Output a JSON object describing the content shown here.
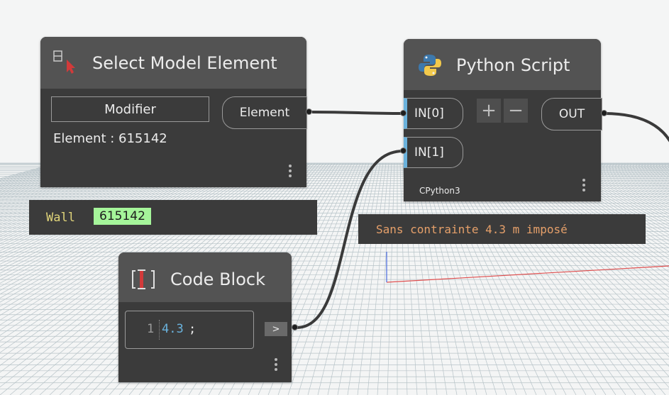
{
  "select_node": {
    "title": "Select Model Element",
    "modify_button": "Modifier",
    "output_port": "Element",
    "info": "Element : 615142",
    "preview_type": "Wall",
    "preview_id": "615142"
  },
  "python_node": {
    "title": "Python Script",
    "inputs": [
      "IN[0]",
      "IN[1]"
    ],
    "add_label": "+",
    "remove_label": "−",
    "output_port": "OUT",
    "engine": "CPython3",
    "preview": "Sans contrainte 4.3 m imposé"
  },
  "code_node": {
    "title": "Code Block",
    "line_number": "1",
    "code_value": "4.3",
    "code_terminator": ";",
    "output_port": ">"
  },
  "colors": {
    "input_port_accent": "#6ab2dc",
    "preview_id_highlight": "#a5f59a",
    "preview_text": "#e0d47a",
    "python_preview_text": "#e6a06a",
    "axis_x": "#e05050",
    "axis_z": "#4a6ae0"
  },
  "icons": [
    "select-element-icon",
    "python-icon",
    "code-block-icon",
    "kebab-menu-icon"
  ]
}
